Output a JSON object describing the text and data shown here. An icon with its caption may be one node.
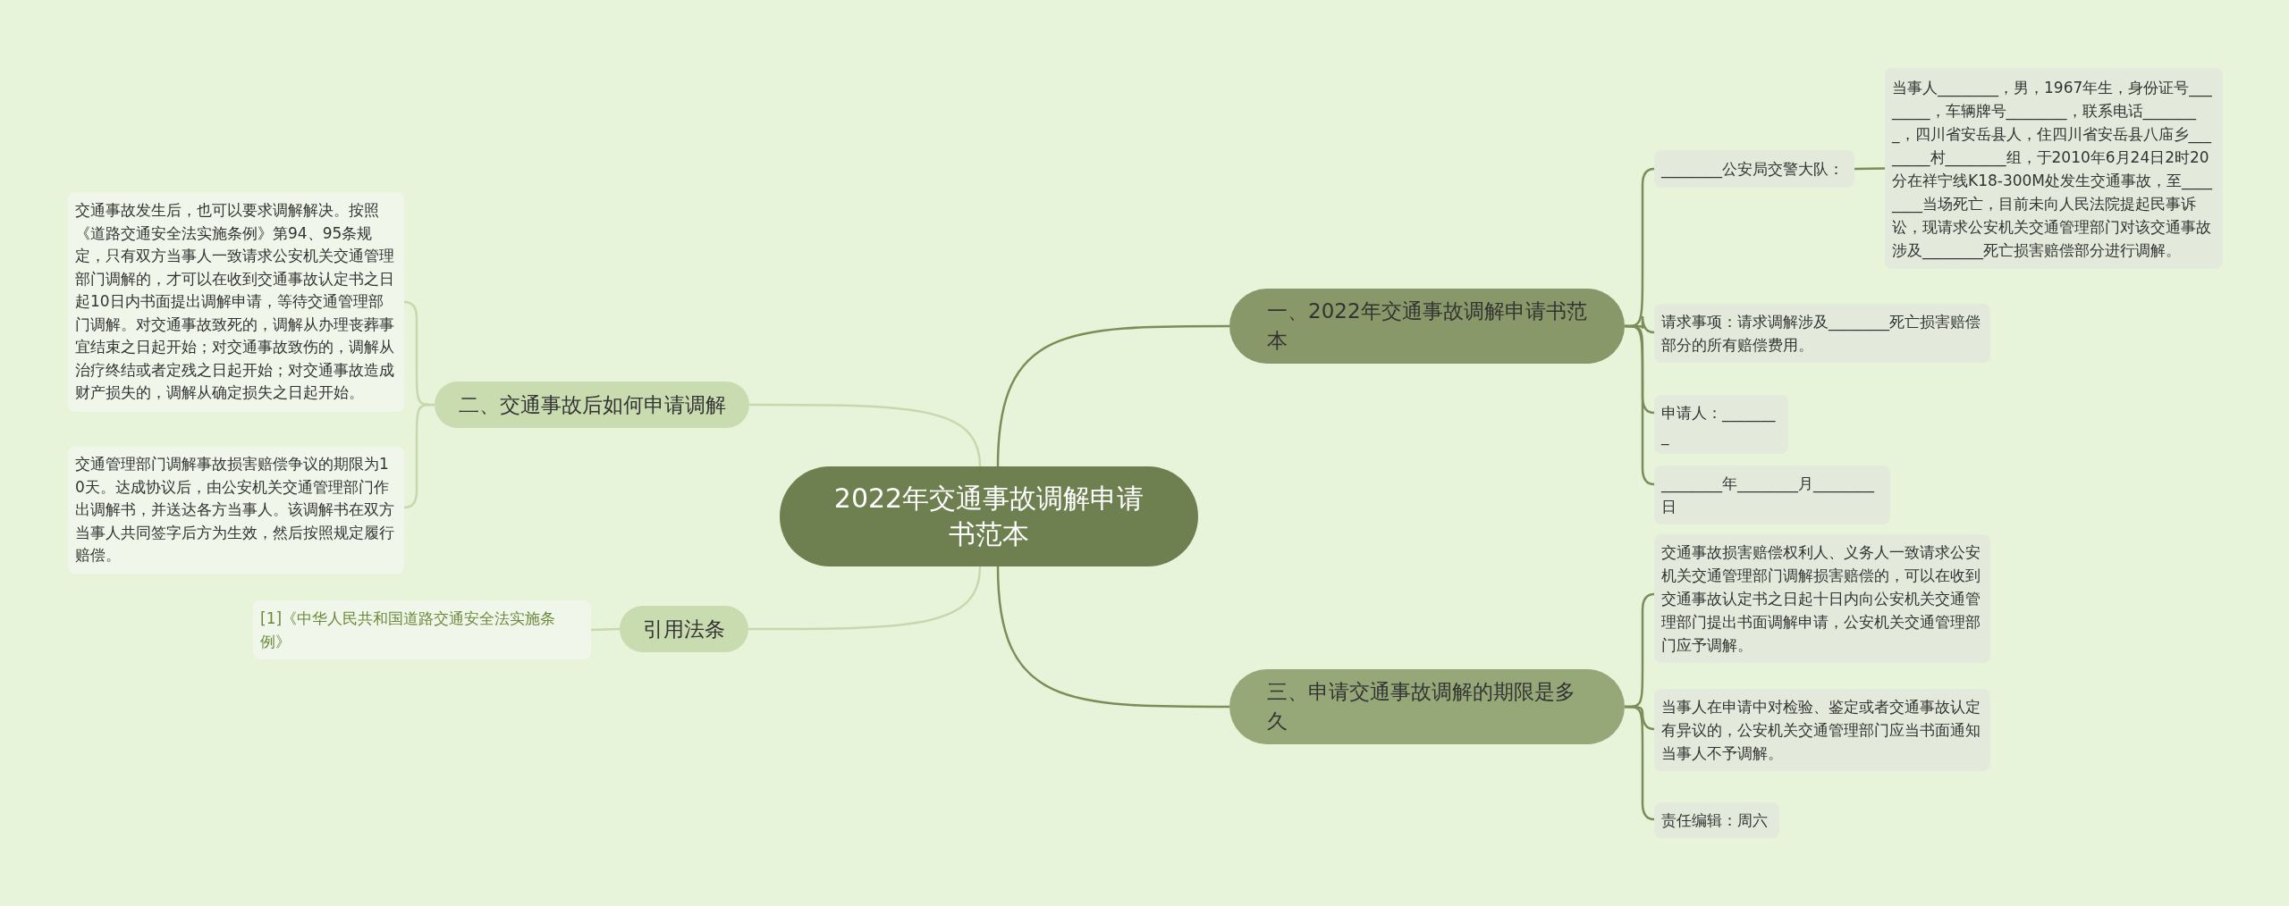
{
  "diagram": {
    "nodes": [
      {
        "text": [
          "2022年交通事故调解申请书范本"
        ]
      },
      {
        "text": [
          "一、2022年交通事故调解申请书范本"
        ]
      },
      {
        "text": [
          "________公安局交警大队："
        ]
      },
      {
        "text": [
          "当事人________，男，1967年生，身份证号________，车辆牌号________，联系电话________，四川省安岳县人，住四川省安岳县八庙乡________村________组，于2010年6月24日2时20分在祥宁线K18-300M处发生交通事故，至________当场死亡，目前未向人民法院提起民事诉讼，现请求公安机关交通管理部门对该交通事故涉及________死亡损害赔偿部分进行调解。"
        ]
      },
      {
        "text": [
          "请求事项：请求调解涉及________死亡损害赔偿部分的所有赔偿费用。"
        ]
      },
      {
        "text": [
          "申请人：________"
        ]
      },
      {
        "text": [
          "________年________月________日"
        ]
      },
      {
        "text": [
          "三、申请交通事故调解的期限是多久"
        ]
      },
      {
        "text": [
          "交通事故损害赔偿权利人、义务人一致请求公安机关交通管理部门调解损害赔偿的，可以在收到交通事故认定书之日起十日内向公安机关交通管理部门提出书面调解申请，公安机关交通管理部门应予调解。"
        ]
      },
      {
        "text": [
          "当事人在申请中对检验、鉴定或者交通事故认定有异议的，公安机关交通管理部门应当书面通知当事人不予调解。"
        ]
      },
      {
        "text": [
          "责任编辑：周六"
        ]
      },
      {
        "text": [
          "二、交通事故后如何申请调解"
        ]
      },
      {
        "text": [
          "交通事故发生后，也可以要求调解解决。按照《道路交通安全法实施条例》第94、95条规定，只有双方当事人一致请求公安机关交通管理部门调解的，才可以在收到交通事故认定书之日起10日内书面提出调解申请，等待交通管理部门调解。对交通事故致死的，调解从办理丧葬事宜结束之日起开始；对交通事故致伤的，调解从治疗终结或者定残之日起开始；对交通事故造成财产损失的，调解从确定损失之日起开始。"
        ]
      },
      {
        "text": [
          "交通管理部门调解事故损害赔偿争议的期限为10天。达成协议后，由公安机关交通管理部门作出调解书，并送达各方当事人。该调解书在双方当事人共同签字后方为生效，然后按照规定履行赔偿。"
        ]
      },
      {
        "text": [
          "引用法条"
        ]
      },
      {
        "text": [
          "[1]《中华人民共和国道路交通安全法实施条例》"
        ]
      }
    ],
    "edges": [
      {
        "from": 0,
        "to": 1,
        "arrow": "none"
      },
      {
        "from": 1,
        "to": 2,
        "arrow": "none"
      },
      {
        "from": 2,
        "to": 3,
        "arrow": "none"
      },
      {
        "from": 1,
        "to": 4,
        "arrow": "none"
      },
      {
        "from": 1,
        "to": 5,
        "arrow": "none"
      },
      {
        "from": 1,
        "to": 6,
        "arrow": "none"
      },
      {
        "from": 0,
        "to": 7,
        "arrow": "none"
      },
      {
        "from": 7,
        "to": 8,
        "arrow": "none"
      },
      {
        "from": 7,
        "to": 9,
        "arrow": "none"
      },
      {
        "from": 7,
        "to": 10,
        "arrow": "none"
      },
      {
        "from": 0,
        "to": 11,
        "arrow": "none",
        "color": "#c6d9ae"
      },
      {
        "from": 11,
        "to": 12,
        "arrow": "none",
        "color": "#c6d9ae"
      },
      {
        "from": 11,
        "to": 13,
        "arrow": "none",
        "color": "#c6d9ae"
      },
      {
        "from": 0,
        "to": 14,
        "arrow": "none",
        "color": "#c6d9ae"
      },
      {
        "from": 14,
        "to": 15,
        "arrow": "none",
        "color": "#c6d9ae"
      }
    ]
  }
}
